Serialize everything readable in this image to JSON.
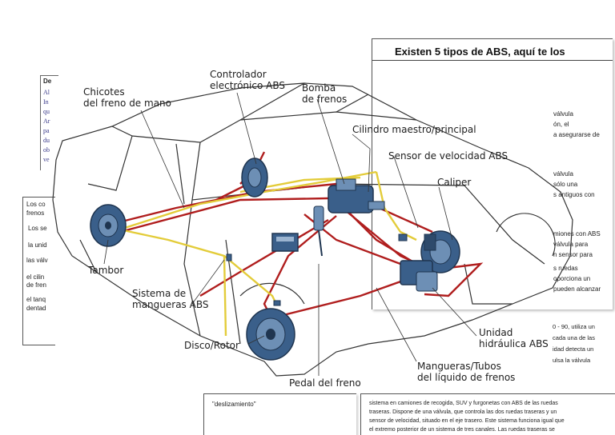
{
  "colors": {
    "brake_line_red": "#b01e1e",
    "hose_yellow": "#e3cc3a",
    "component_blue": "#3a5f8a",
    "car_outline": "#333333"
  },
  "right_panel": {
    "heading": "Existen 5 tipos de ABS, aquí te los",
    "lines": [
      "válvula",
      "ón, el",
      "a asegurarse de",
      "válvula",
      "sólo una",
      "s antiguos con",
      "miones con ABS",
      "válvula para",
      "n sensor para",
      "s ruedas",
      "oporciona un",
      "pueden alcanzar"
    ]
  },
  "right_lower_panel": {
    "lines": [
      "0 - 90, utiliza un",
      "cada una de las",
      "idad detecta un",
      "ulsa la válvula"
    ]
  },
  "left_top_panel": {
    "heading": "De",
    "lines": [
      "Al",
      "In",
      "qu",
      "Ar",
      "pa",
      "du",
      "ob",
      "ve"
    ]
  },
  "left_mid_panel": {
    "lines": [
      "Los co",
      "frenos",
      "Los se",
      "la unid",
      "las válv",
      "el cilin",
      "de fren",
      "el tanq",
      "dentad"
    ]
  },
  "bottom_left_panel": {
    "text": "\"deslizamiento\""
  },
  "bottom_right_panel": {
    "lines": [
      "sistema en camiones de recogida, SUV y furgonetas con ABS de las ruedas",
      "traseras. Dispone de una válvula, que controla las dos ruedas traseras y un",
      "sensor de velocidad, situado en el eje trasero. Este sistema funciona igual que",
      "el extremo posterior de un sistema de tres canales. Las ruedas traseras se"
    ]
  },
  "diagram_labels": {
    "controlador": "Controlador\nelectrónico ABS",
    "bomba": "Bomba\nde frenos",
    "chicotes": "Chicotes\ndel freno de mano",
    "cilindro": "Cilindro maestro/principal",
    "sensor": "Sensor de velocidad ABS",
    "caliper": "Caliper",
    "tambor": "Tambor",
    "sistema": "Sistema de\nmangueras ABS",
    "disco": "Disco/Rotor",
    "unidad": "Unidad\nhidráulica ABS",
    "mangueras": "Mangueras/Tubos\ndel líquido de frenos",
    "pedal": "Pedal del freno"
  }
}
